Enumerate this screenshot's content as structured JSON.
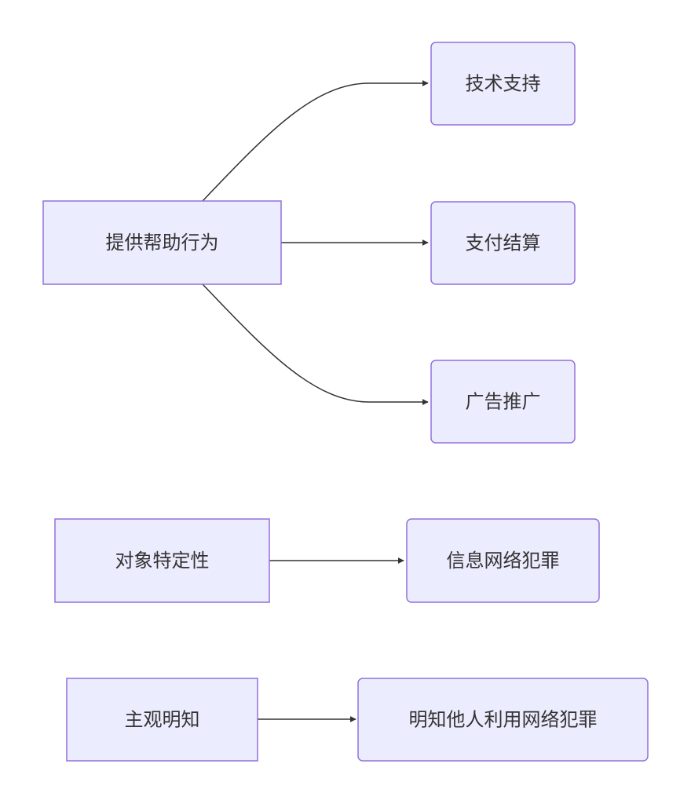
{
  "nodes": {
    "help": {
      "label": "提供帮助行为"
    },
    "tech": {
      "label": "技术支持"
    },
    "pay": {
      "label": "支付结算"
    },
    "ad": {
      "label": "广告推广"
    },
    "target": {
      "label": "对象特定性"
    },
    "crime": {
      "label": "信息网络犯罪"
    },
    "aware": {
      "label": "主观明知"
    },
    "know": {
      "label": "明知他人利用网络犯罪"
    }
  },
  "edges": [
    {
      "from": "提供帮助行为",
      "to": "技术支持"
    },
    {
      "from": "提供帮助行为",
      "to": "支付结算"
    },
    {
      "from": "提供帮助行为",
      "to": "广告推广"
    },
    {
      "from": "对象特定性",
      "to": "信息网络犯罪"
    },
    {
      "from": "主观明知",
      "to": "明知他人利用网络犯罪"
    }
  ],
  "colors": {
    "node_fill": "#ECECFF",
    "node_stroke": "#9370DB",
    "edge": "#333333",
    "text": "#333333"
  }
}
